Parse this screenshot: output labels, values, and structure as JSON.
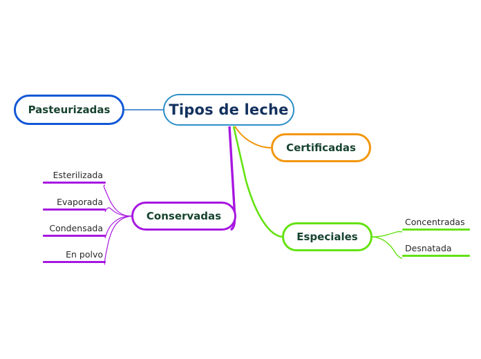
{
  "diagram": {
    "type": "mind-map",
    "title": "Tipos de leche",
    "background_color": "#ffffff"
  },
  "root": {
    "label": "Tipos de leche",
    "border_color": "#2d8fc9",
    "text_color": "#13315e"
  },
  "branches": [
    {
      "id": "pasteurizadas",
      "label": "Pasteurizadas",
      "color": "#1257d6",
      "side": "left",
      "children": []
    },
    {
      "id": "certificadas",
      "label": "Certificadas",
      "color": "#f3960b",
      "side": "right",
      "children": []
    },
    {
      "id": "conservadas",
      "label": "Conservadas",
      "color": "#a716e0",
      "side": "left",
      "children": [
        {
          "id": "esterilizada",
          "label": "Esterilizada",
          "color": "#a716e0"
        },
        {
          "id": "evaporada",
          "label": "Evaporada",
          "color": "#a716e0"
        },
        {
          "id": "condensada",
          "label": "Condensada",
          "color": "#a716e0"
        },
        {
          "id": "enpolvo",
          "label": "En polvo",
          "color": "#a716e0"
        }
      ]
    },
    {
      "id": "especiales",
      "label": "Especiales",
      "color": "#63e211",
      "side": "right",
      "children": [
        {
          "id": "concentradas",
          "label": "Concentradas",
          "color": "#63e211"
        },
        {
          "id": "desnatada",
          "label": "Desnatada",
          "color": "#63e211"
        }
      ]
    }
  ],
  "node_text_color": "#17432f",
  "leaf_text_color": "#272727"
}
